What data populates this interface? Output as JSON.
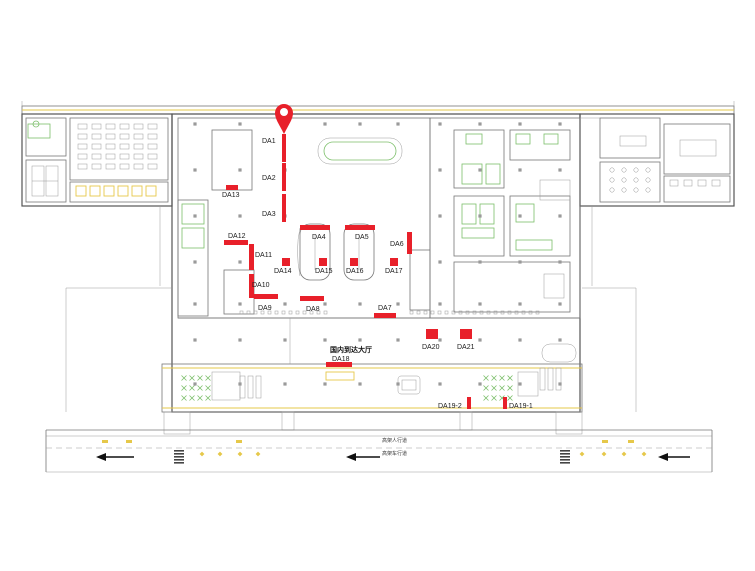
{
  "hall_title": "国内到达大厅",
  "walkway_label": "高架人行道",
  "road_label": "高架车行道",
  "accent_color": "#e8202a",
  "pin": {
    "name": "location-pin-icon",
    "color": "#e8202a"
  },
  "ad_spots": [
    {
      "id": "DA1",
      "label": "DA1"
    },
    {
      "id": "DA2",
      "label": "DA2"
    },
    {
      "id": "DA3",
      "label": "DA3"
    },
    {
      "id": "DA4",
      "label": "DA4"
    },
    {
      "id": "DA5",
      "label": "DA5"
    },
    {
      "id": "DA6",
      "label": "DA6"
    },
    {
      "id": "DA7",
      "label": "DA7"
    },
    {
      "id": "DA8",
      "label": "DA8"
    },
    {
      "id": "DA9",
      "label": "DA9"
    },
    {
      "id": "DA10",
      "label": "DA10"
    },
    {
      "id": "DA11",
      "label": "DA11"
    },
    {
      "id": "DA12",
      "label": "DA12"
    },
    {
      "id": "DA13",
      "label": "DA13"
    },
    {
      "id": "DA14",
      "label": "DA14"
    },
    {
      "id": "DA15",
      "label": "DA15"
    },
    {
      "id": "DA16",
      "label": "DA16"
    },
    {
      "id": "DA17",
      "label": "DA17"
    },
    {
      "id": "DA18",
      "label": "DA18"
    },
    {
      "id": "DA19-2",
      "label": "DA19-2"
    },
    {
      "id": "DA19-1",
      "label": "DA19-1"
    },
    {
      "id": "DA20",
      "label": "DA20"
    },
    {
      "id": "DA21",
      "label": "DA21"
    }
  ]
}
